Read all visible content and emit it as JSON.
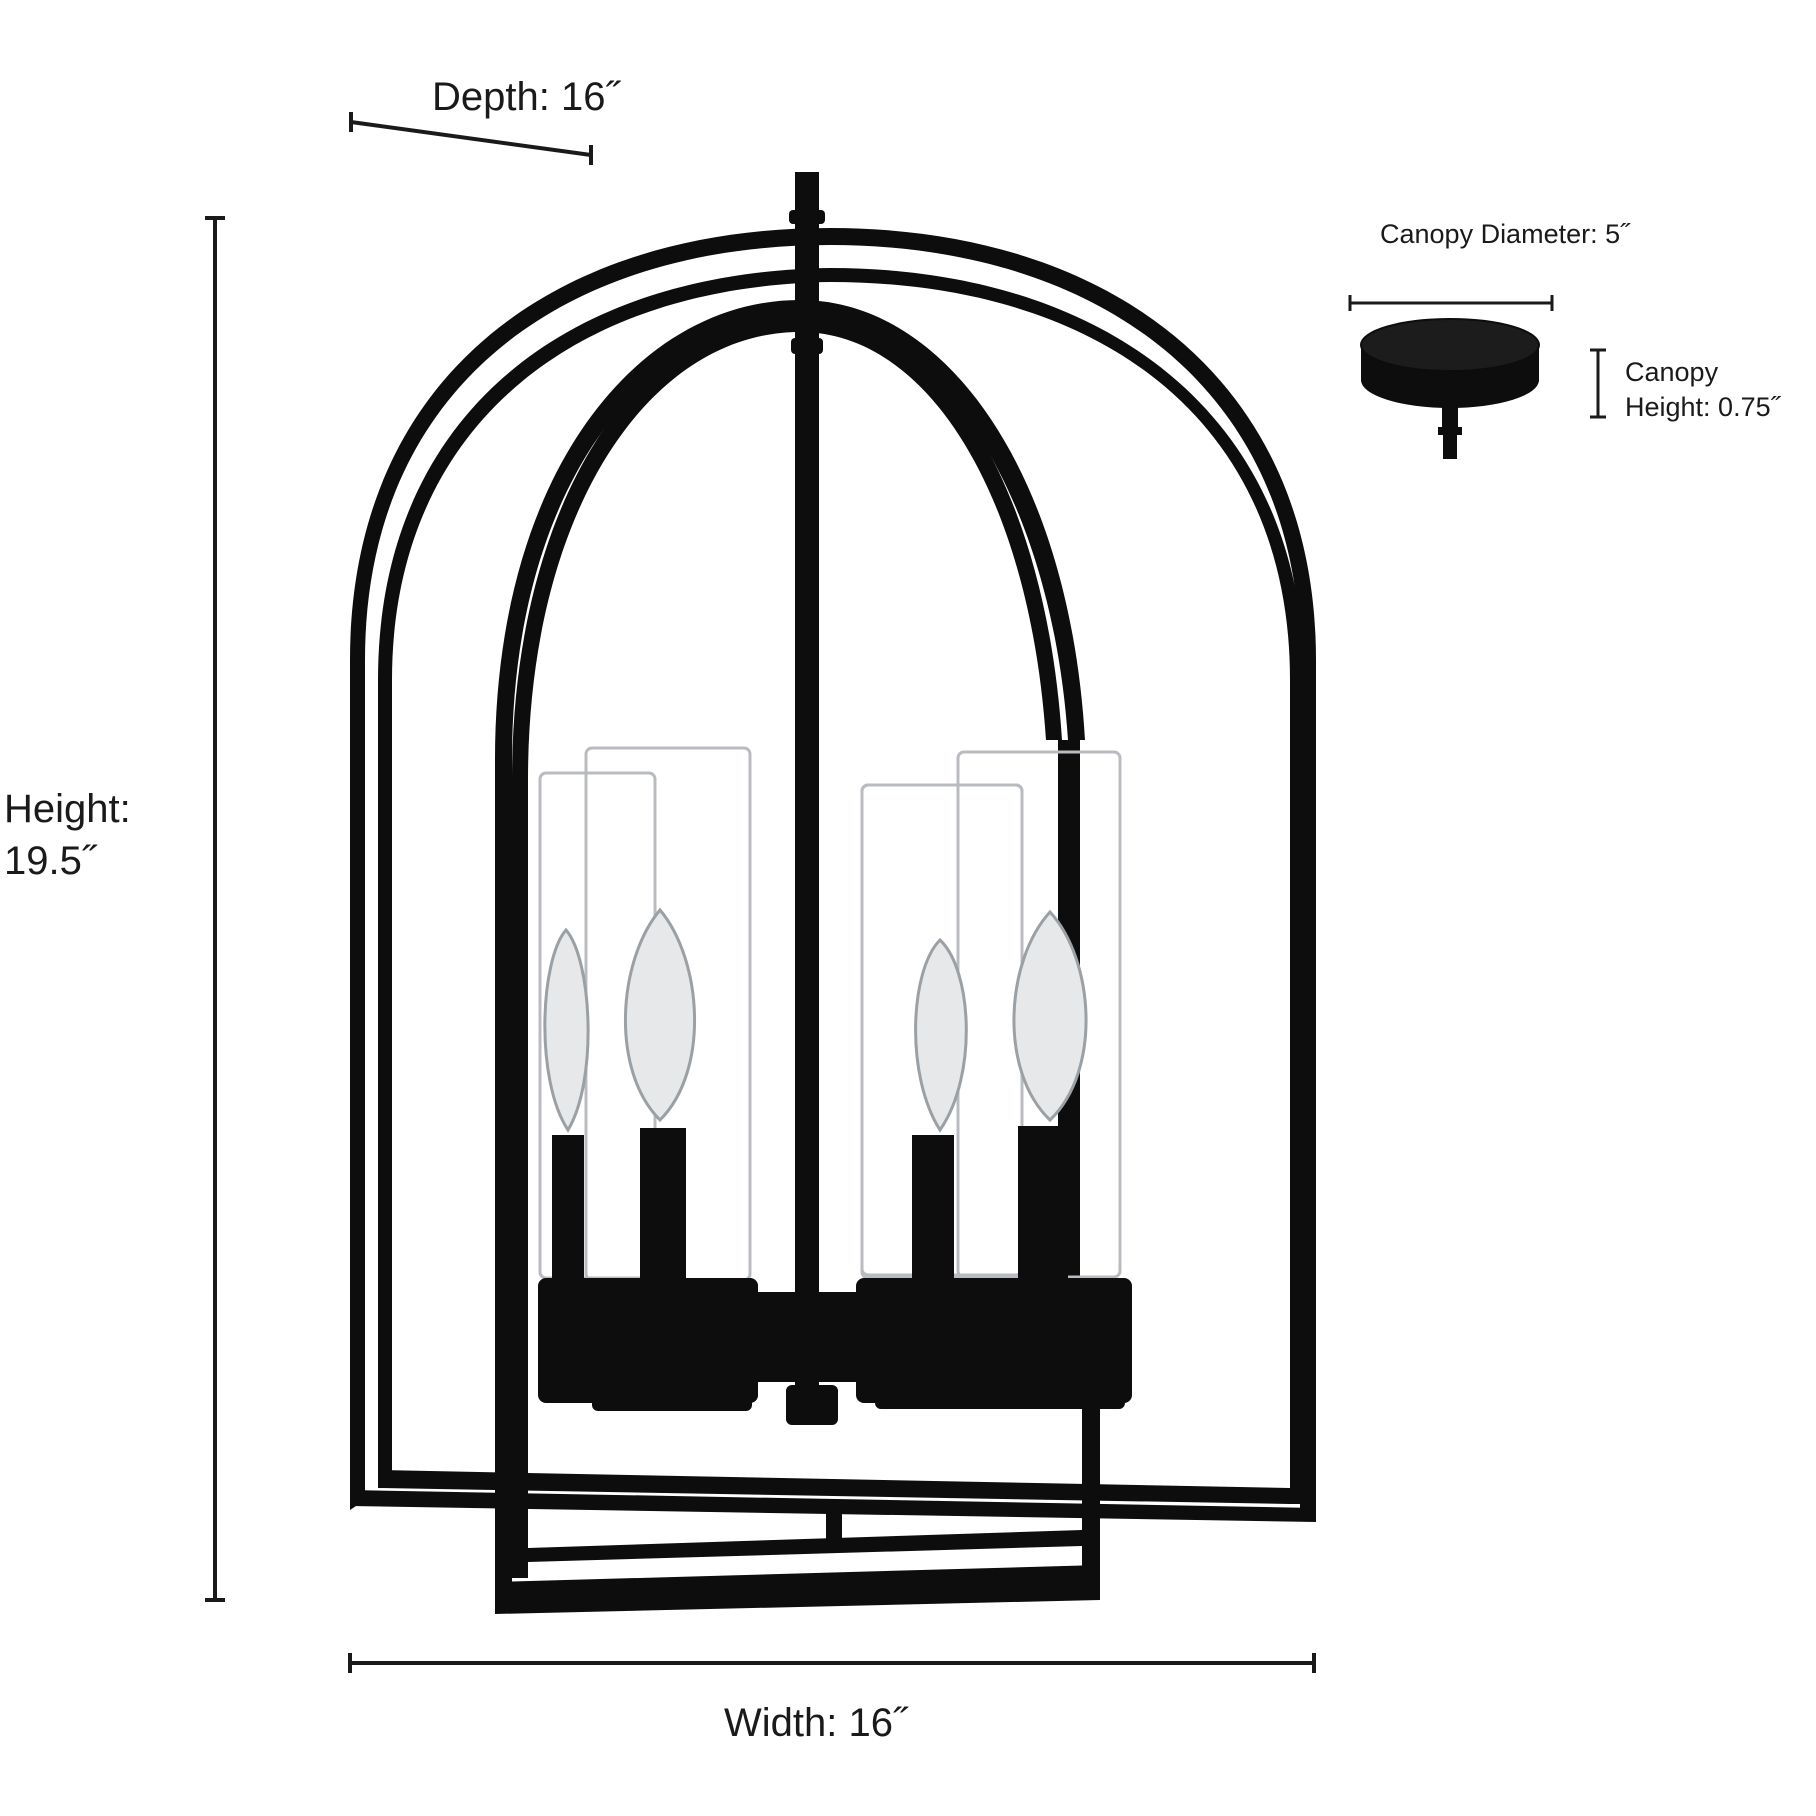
{
  "dimensions": {
    "depth": "Depth: 16˝",
    "height_line1": "Height:",
    "height_line2": "19.5˝",
    "width": "Width: 16˝",
    "canopy_diameter": "Canopy Diameter: 5˝",
    "canopy_height_line1": "Canopy",
    "canopy_height_line2": "Height: 0.75˝"
  },
  "colors": {
    "fixture": "#0d0d0d",
    "glass": "#b8bcc0",
    "bulb": "#d9dcde",
    "dimension_line": "#1a1a1a"
  },
  "icons": {
    "fixture": "lantern-pendant-icon",
    "canopy": "canopy-icon"
  }
}
